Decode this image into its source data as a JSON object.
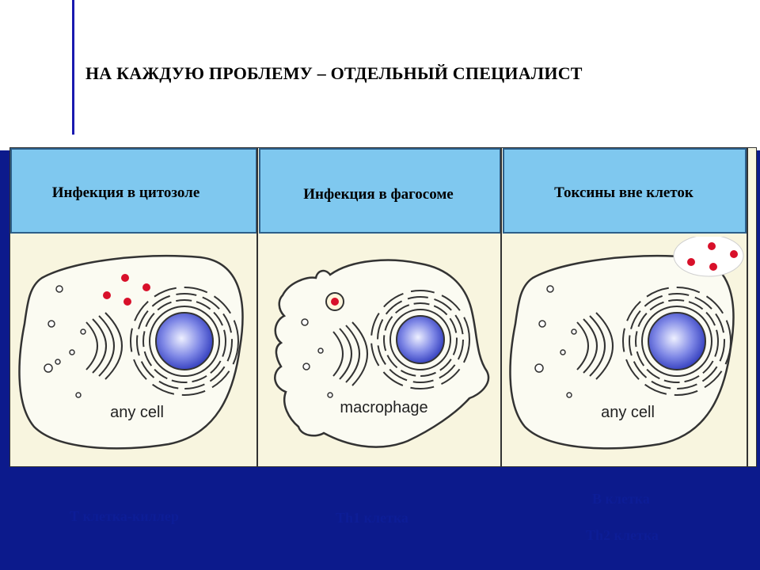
{
  "slide": {
    "title": "НА КАЖДУЮ ПРОБЛЕМУ – ОТДЕЛЬНЫЙ СПЕЦИАЛИСТ"
  },
  "panels": [
    {
      "header": "Инфекция в цитозоле",
      "cell_label": "any cell",
      "caption": "Т клетка-киллер"
    },
    {
      "header": "Инфекция в фагосоме",
      "cell_label": "macrophage",
      "caption": "Th1 клетка"
    },
    {
      "header": "Токсины вне клеток",
      "cell_label": "any cell",
      "caption_top": "В клетка",
      "caption": "Th2 клетка"
    }
  ],
  "colors": {
    "background_dark": "#0c1a8c",
    "header_fill": "#7fc8ef",
    "figure_fill": "#f8f5df",
    "pathogen_red": "#d8102a",
    "nucleus_blue": "#4d5bd6"
  }
}
